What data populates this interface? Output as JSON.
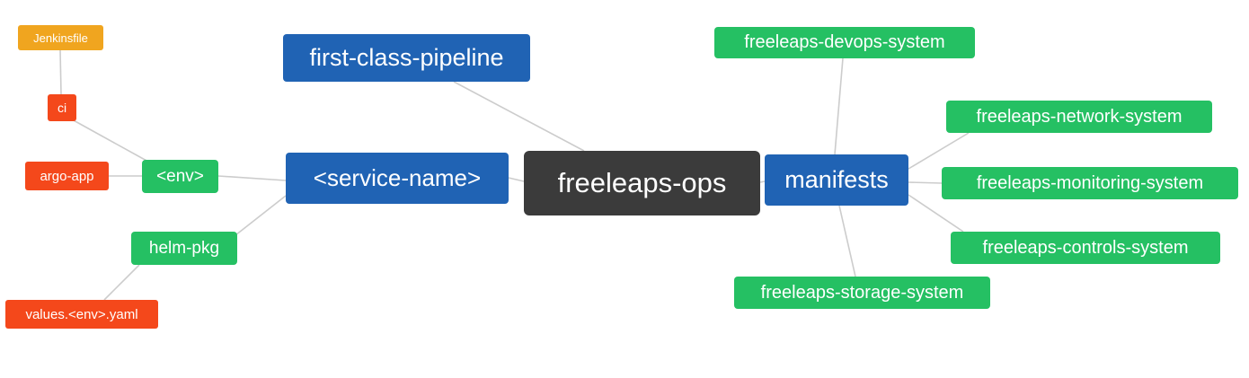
{
  "diagram": {
    "background": "#ffffff",
    "edge_color": "#cccccc",
    "nodes": {
      "ops": {
        "label": "freeleaps-ops",
        "color": "#3b3b3b"
      },
      "first_class_pipeline": {
        "label": "first-class-pipeline",
        "color": "#2063b4"
      },
      "service_name": {
        "label": "<service-name>",
        "color": "#2063b4"
      },
      "manifests": {
        "label": "manifests",
        "color": "#2063b4"
      },
      "env": {
        "label": "<env>",
        "color": "#25c063"
      },
      "helm_pkg": {
        "label": "helm-pkg",
        "color": "#25c063"
      },
      "ci": {
        "label": "ci",
        "color": "#f4481b"
      },
      "argo_app": {
        "label": "argo-app",
        "color": "#f4481b"
      },
      "values_env_yaml": {
        "label": "values.<env>.yaml",
        "color": "#f4481b"
      },
      "jenkinsfile": {
        "label": "Jenkinsfile",
        "color": "#f0a51f"
      },
      "devops_system": {
        "label": "freeleaps-devops-system",
        "color": "#25c063"
      },
      "network_system": {
        "label": "freeleaps-network-system",
        "color": "#25c063"
      },
      "monitoring_system": {
        "label": "freeleaps-monitoring-system",
        "color": "#25c063"
      },
      "controls_system": {
        "label": "freeleaps-controls-system",
        "color": "#25c063"
      },
      "storage_system": {
        "label": "freeleaps-storage-system",
        "color": "#25c063"
      }
    },
    "edges": [
      {
        "from": "freeleaps-ops",
        "to": "first-class-pipeline"
      },
      {
        "from": "freeleaps-ops",
        "to": "<service-name>"
      },
      {
        "from": "freeleaps-ops",
        "to": "manifests"
      },
      {
        "from": "<service-name>",
        "to": "<env>"
      },
      {
        "from": "<service-name>",
        "to": "helm-pkg"
      },
      {
        "from": "<env>",
        "to": "ci"
      },
      {
        "from": "<env>",
        "to": "argo-app"
      },
      {
        "from": "ci",
        "to": "Jenkinsfile"
      },
      {
        "from": "helm-pkg",
        "to": "values.<env>.yaml"
      },
      {
        "from": "manifests",
        "to": "freeleaps-devops-system"
      },
      {
        "from": "manifests",
        "to": "freeleaps-network-system"
      },
      {
        "from": "manifests",
        "to": "freeleaps-monitoring-system"
      },
      {
        "from": "manifests",
        "to": "freeleaps-controls-system"
      },
      {
        "from": "manifests",
        "to": "freeleaps-storage-system"
      }
    ]
  }
}
